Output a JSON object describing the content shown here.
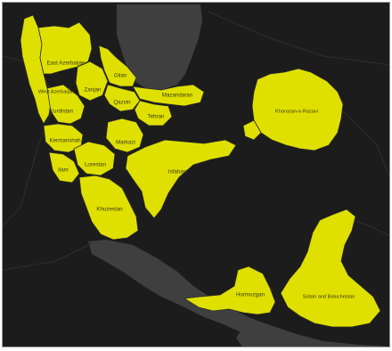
{
  "map": {
    "highlight_color": "#dfe000",
    "land_color": "#1c1c1c",
    "water_color": "#3f3f3f",
    "border_color": "#2a2a2a",
    "province_labels": {
      "east_azerbaijan": "East Azerbaijan",
      "west_azerbaijan": "West Azerbaijan",
      "zanjan": "Zanjan",
      "gilan": "Gilan",
      "mazandaran": "Mazandaran",
      "kurdistan": "Kurdistan",
      "qazvin": "Qazvin",
      "tehran": "Tehran",
      "kermanshah": "Kermanshah",
      "markazi": "Markazi",
      "lorestan": "Lorestan",
      "ilam": "Ilam",
      "isfahan": "Isfahan",
      "khuzestan": "Khuzestan",
      "khorasan_razavi": "Khorasan-e-Razavi",
      "hormozgan": "Hormozgan",
      "sistan_baluchestan": "Sistan and Baluchestan"
    }
  }
}
